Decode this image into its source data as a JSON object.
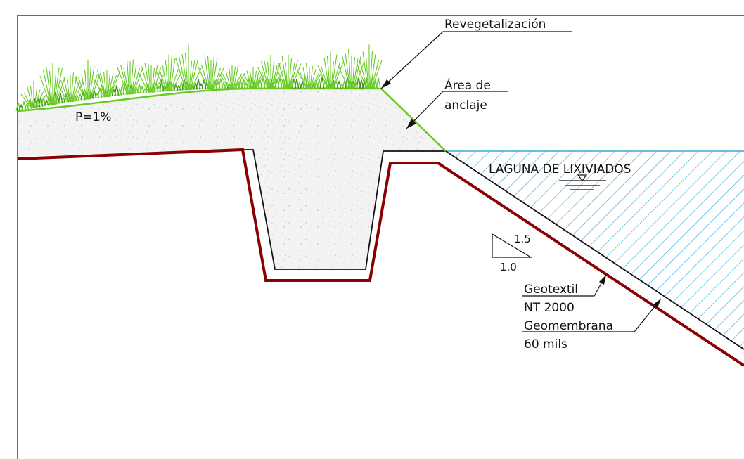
{
  "labels": {
    "revegetation": "Revegetalización",
    "anchor_area_line1": "Área de",
    "anchor_area_line2": "anclaje",
    "slope_percent": "P=1%",
    "lagoon": "LAGUNA DE LIXIVIADOS",
    "slope_ratio_vertical": "1.5",
    "slope_ratio_horizontal": "1.0",
    "geotextile_name": "Geotextil",
    "geotextile_spec": "NT 2000",
    "geomembrane_name": "Geomembrana",
    "geomembrane_spec": "60 mils"
  },
  "colors": {
    "geomembrane": "#8b0000",
    "vegetation": "#66cc22",
    "vegetation_dark": "#3c8f12",
    "leachate_hatch": "#3aa7d8",
    "fill_soil": "#f3f3f3",
    "liner": "#111111"
  }
}
